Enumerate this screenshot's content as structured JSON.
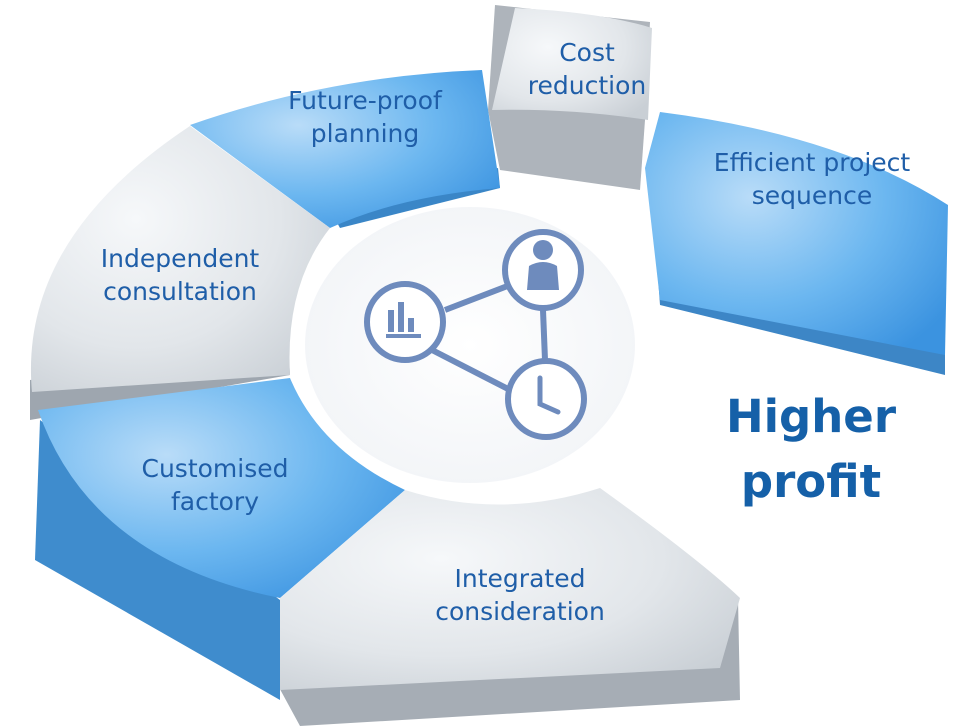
{
  "diagram": {
    "segments": [
      {
        "label": "Cost\nreduction",
        "color": "grey"
      },
      {
        "label": "Efficient project\nsequence",
        "color": "blue"
      },
      {
        "label": "Integrated\nconsideration",
        "color": "grey"
      },
      {
        "label": "Customised\nfactory",
        "color": "blue"
      },
      {
        "label": "Independent\nconsultation",
        "color": "grey"
      },
      {
        "label": "Future-proof\nplanning",
        "color": "blue"
      }
    ],
    "center_icons": [
      "person-icon",
      "bar-chart-icon",
      "clock-icon"
    ],
    "tagline": "Higher\nprofit"
  },
  "colors": {
    "blue_top": "#4aa6ec",
    "blue_side": "#3f88c8",
    "grey_top": "#dfe4e9",
    "grey_side": "#a9b0b8",
    "text": "#1f5ea8",
    "icon": "#6e8bbd"
  }
}
